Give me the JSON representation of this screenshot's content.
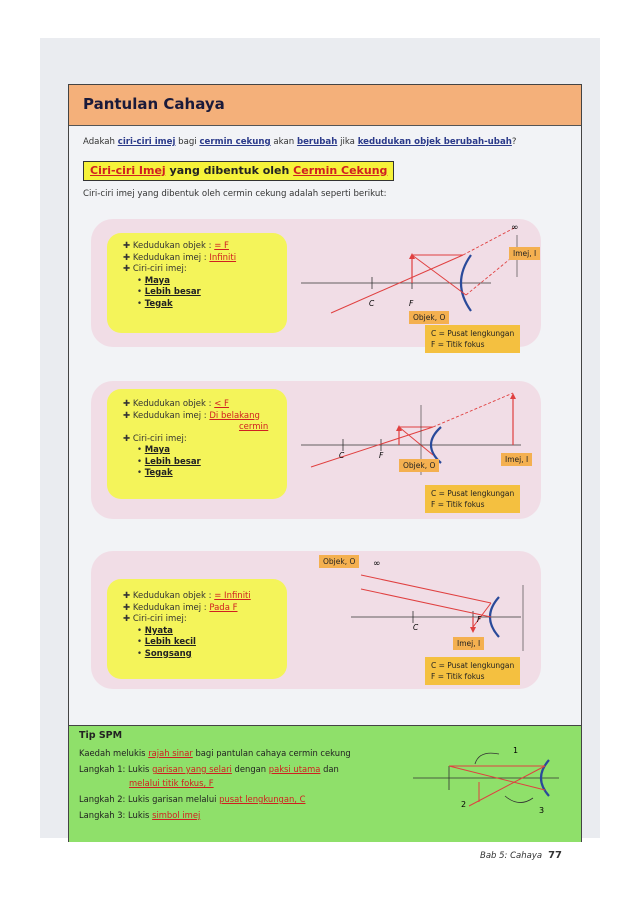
{
  "header": {
    "title": "Pantulan Cahaya"
  },
  "question": {
    "p1": "Adakah ",
    "ciri": "ciri-ciri imej",
    "p2": " bagi ",
    "cermin": "cermin cekung",
    "p3": " akan ",
    "berubah": "berubah",
    "p4": " jika ",
    "kedudukan": "kedudukan objek berubah-ubah",
    "p5": "?"
  },
  "section": {
    "a": "Ciri-ciri Imej",
    "b": " yang dibentuk oleh ",
    "c": "Cermin Cekung"
  },
  "intro": "Ciri-ciri imej yang dibentuk oleh cermin cekung adalah seperti berikut:",
  "labels": {
    "obj_pos": "Kedudukan objek : ",
    "img_pos": "Kedudukan imej",
    "img_pos_colon": " : ",
    "img_char": "Ciri-ciri imej:",
    "objek_o": "Objek, O",
    "imej_i": "Imej, I",
    "c": "C",
    "f": "F",
    "inf": "∞",
    "legend_c": "C = Pusat lengkungan",
    "legend_f": "F = Titik fokus"
  },
  "cases": [
    {
      "obj": "= F",
      "img": "Infiniti",
      "img2": "",
      "chars": [
        "Maya",
        "Lebih besar",
        "Tegak"
      ]
    },
    {
      "obj": "< F",
      "img": "Di belakang",
      "img2": "cermin",
      "chars": [
        "Maya",
        "Lebih besar",
        "Tegak"
      ]
    },
    {
      "obj": "= Infiniti",
      "img": "Pada F",
      "img2": "",
      "chars": [
        "Nyata",
        "Lebih kecil",
        "Songsang"
      ]
    }
  ],
  "tip": {
    "title": "Tip SPM",
    "l1a": "Kaedah melukis ",
    "l1b": "rajah sinar",
    "l1c": " bagi pantulan cahaya cermin cekung",
    "l2a": "Langkah 1: Lukis ",
    "l2b": "garisan yang selari",
    "l2c": " dengan ",
    "l2d": "paksi utama",
    "l2e": " dan",
    "l2f": "melalui titik fokus, F",
    "l3a": "Langkah 2: Lukis garisan melalui ",
    "l3b": "pusat lengkungan, C",
    "l4a": "Langkah 3: Lukis ",
    "l4b": "simbol imej",
    "n1": "1",
    "n2": "2",
    "n3": "3"
  },
  "footer": {
    "chapter": "Bab 5: Cahaya",
    "page": "77"
  },
  "colors": {
    "header": "#f4b07a",
    "highlight": "#f6f23a",
    "card": "#f1dde6",
    "tip": "#8fe06a",
    "ray": "#e04040"
  }
}
